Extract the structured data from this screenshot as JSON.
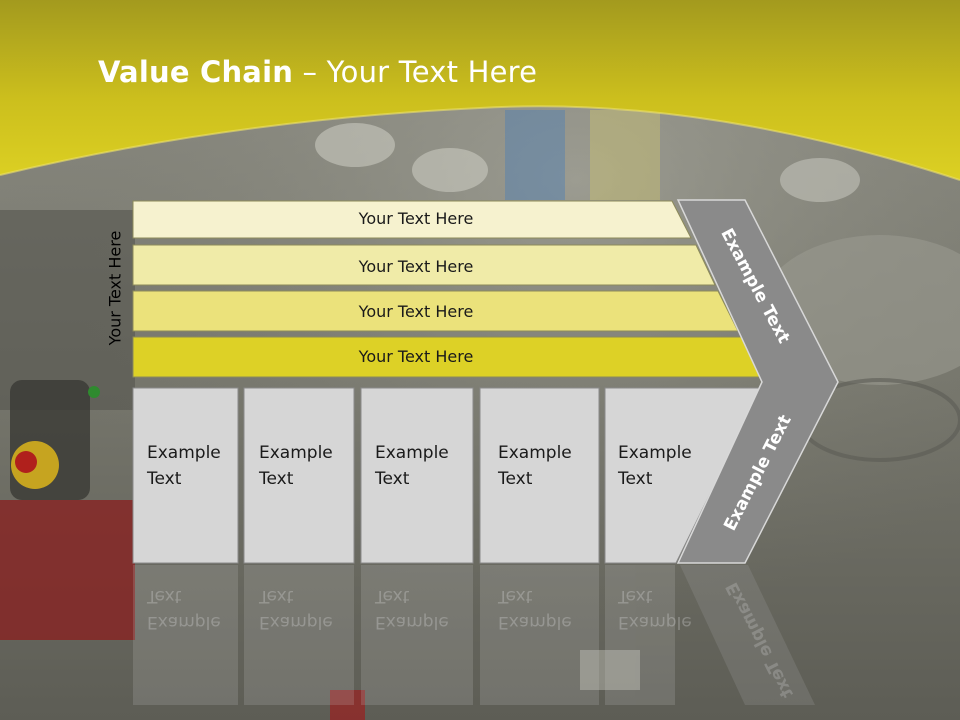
{
  "title": {
    "bold": "Value Chain",
    "rest": " – Your Text Here"
  },
  "side_label": "Your Text Here",
  "rows": [
    {
      "label": "Your Text Here"
    },
    {
      "label": "Your Text Here"
    },
    {
      "label": "Your Text Here"
    },
    {
      "label": "Your Text Here"
    }
  ],
  "cells": [
    {
      "line1": "Example",
      "line2": "Text"
    },
    {
      "line1": "Example",
      "line2": "Text"
    },
    {
      "line1": "Example",
      "line2": "Text"
    },
    {
      "line1": "Example",
      "line2": "Text"
    },
    {
      "line1": "Example",
      "line2": "Text"
    }
  ],
  "chevron": {
    "upper": "Example Text",
    "lower": "Example Text"
  },
  "colors": {
    "header_yellow": "#d8cc1e",
    "row_fills": [
      "#f6f2cf",
      "#f0eba8",
      "#ebe27b",
      "#ddd126"
    ],
    "cell_fill": "#d6d6d6",
    "chevron_fill": "#8a8a8a"
  }
}
